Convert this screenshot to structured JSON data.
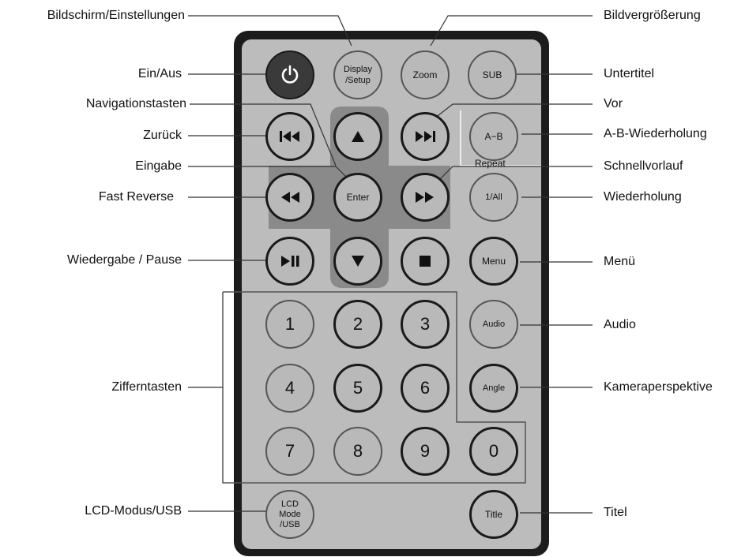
{
  "remote": {
    "body_color": "#bcbcbc",
    "frame_color": "#1c1c1c",
    "dpad_color": "#8a8a8a",
    "buttons": {
      "power": {
        "icon": "power-icon"
      },
      "display_setup": {
        "label": "Display\n/Setup"
      },
      "zoom": {
        "label": "Zoom"
      },
      "sub": {
        "label": "SUB"
      },
      "prev": {
        "icon": "skip-back-icon"
      },
      "up": {
        "icon": "arrow-up-icon"
      },
      "next": {
        "icon": "skip-forward-icon"
      },
      "ab": {
        "label": "A−B"
      },
      "repeat_caption": "Repeat",
      "rew": {
        "icon": "fast-reverse-icon"
      },
      "enter": {
        "label": "Enter"
      },
      "ff": {
        "icon": "fast-forward-icon"
      },
      "repeat": {
        "label": "1/All"
      },
      "play_pause": {
        "icon": "play-pause-icon"
      },
      "down": {
        "icon": "arrow-down-icon"
      },
      "stop": {
        "icon": "stop-icon"
      },
      "menu": {
        "label": "Menu"
      },
      "d1": {
        "label": "1"
      },
      "d2": {
        "label": "2"
      },
      "d3": {
        "label": "3"
      },
      "audio": {
        "label": "Audio"
      },
      "d4": {
        "label": "4"
      },
      "d5": {
        "label": "5"
      },
      "d6": {
        "label": "6"
      },
      "angle": {
        "label": "Angle"
      },
      "d7": {
        "label": "7"
      },
      "d8": {
        "label": "8"
      },
      "d9": {
        "label": "9"
      },
      "d0": {
        "label": "0"
      },
      "lcd": {
        "label": "LCD\nMode\n/USB"
      },
      "title": {
        "label": "Title"
      }
    }
  },
  "callouts": {
    "left": {
      "display_setup": "Bildschirm/Einstellungen",
      "power": "Ein/Aus",
      "navigation": "Navigationstasten",
      "back": "Zurück",
      "enter": "Eingabe",
      "fast_reverse": "Fast Reverse",
      "play_pause": "Wiedergabe / Pause",
      "digits": "Zifferntasten",
      "lcd_mode": "LCD-Modus/USB"
    },
    "right": {
      "zoom": "Bildvergrößerung",
      "subtitle": "Untertitel",
      "next": "Vor",
      "ab_repeat": "A-B-Wiederholung",
      "fast_forward": "Schnellvorlauf",
      "repeat": "Wiederholung",
      "menu": "Menü",
      "audio": "Audio",
      "angle": "Kameraperspektive",
      "title": "Titel"
    }
  }
}
